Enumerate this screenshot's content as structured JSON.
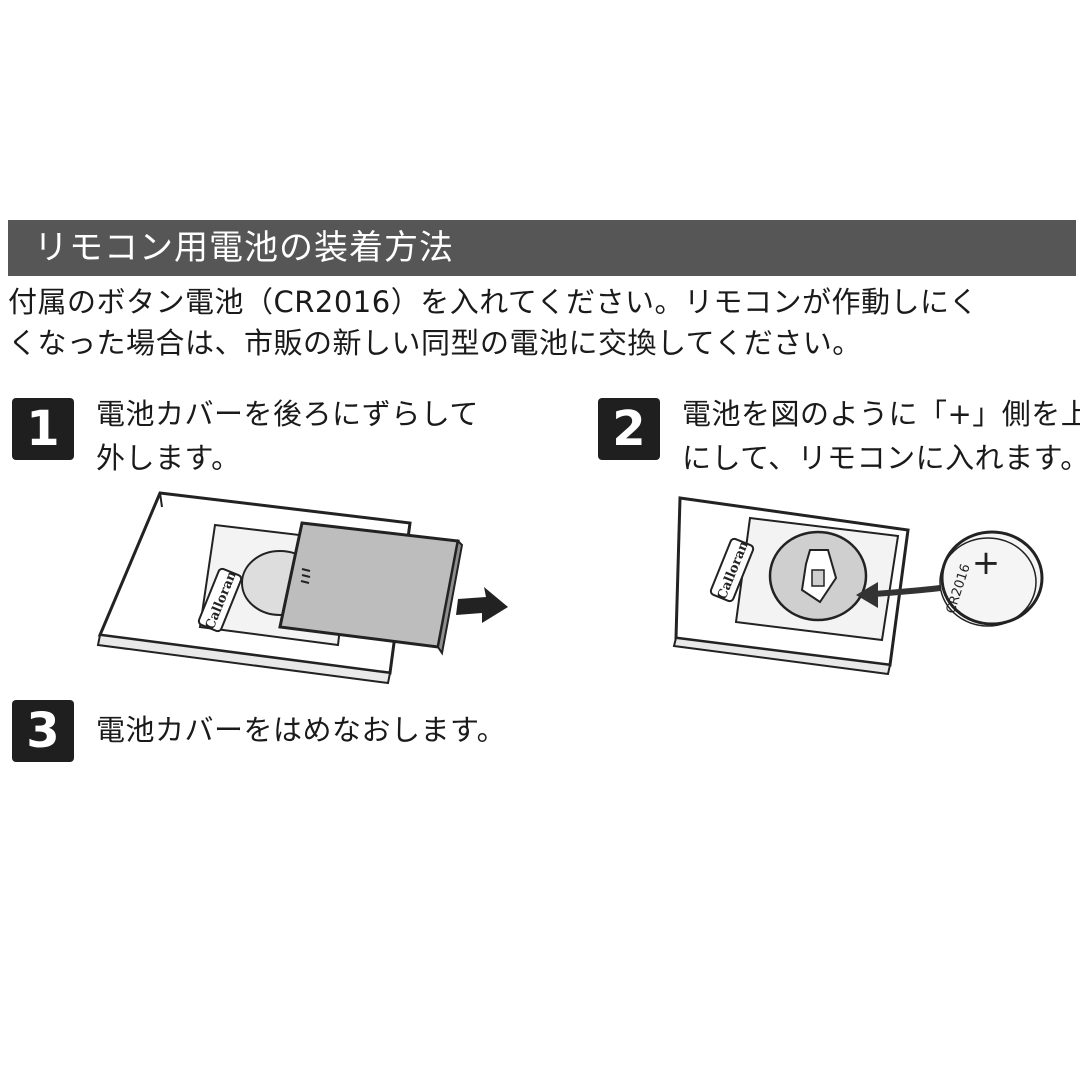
{
  "header": {
    "title": "リモコン用電池の装着方法"
  },
  "intro": {
    "line1": "付属のボタン電池（CR2016）を入れてください。リモコンが作動しにく",
    "line2": "くなった場合は、市販の新しい同型の電池に交換してください。"
  },
  "steps": [
    {
      "number": "1",
      "line1": "電池カバーを後ろにずらして",
      "line2": "外します。"
    },
    {
      "number": "2",
      "line1": "電池を図のように「+」側を上",
      "line2": "にして、リモコンに入れます。"
    },
    {
      "number": "3",
      "line1": "電池カバーをはめなおします。"
    }
  ],
  "illustration": {
    "logo": "Calloran",
    "battery_label": "CR2016",
    "battery_plus": "+"
  }
}
